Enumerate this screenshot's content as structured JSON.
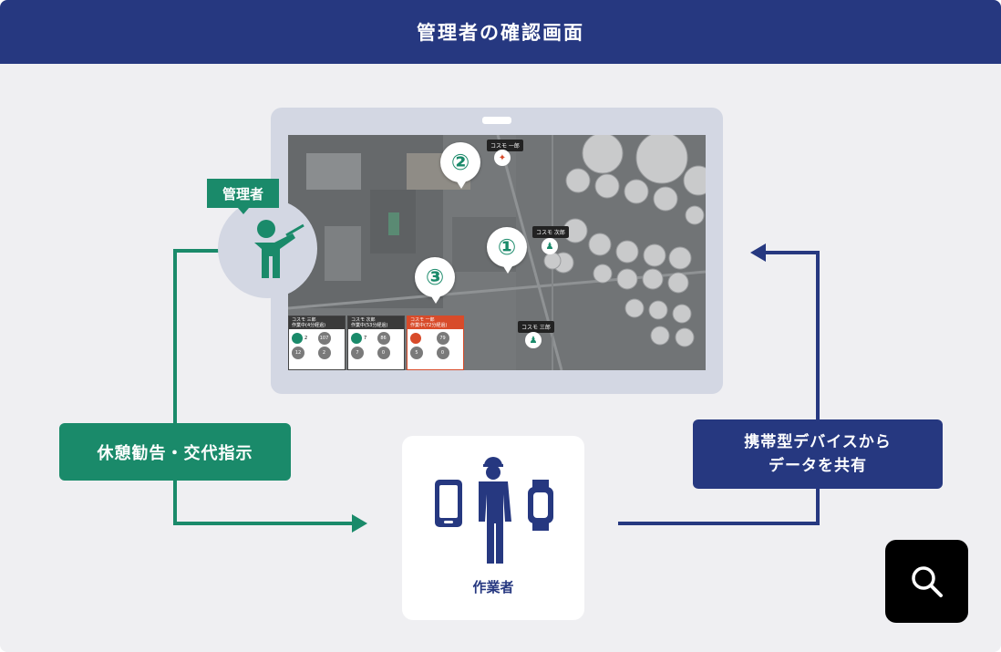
{
  "header": {
    "title": "管理者の確認画面"
  },
  "manager": {
    "label": "管理者"
  },
  "map": {
    "bubbles": [
      "①",
      "②",
      "③"
    ],
    "tags": [
      "コスモ 一郎",
      "コスモ 次郎",
      "コスモ 三郎"
    ],
    "cards": [
      {
        "name": "コスモ 三郎",
        "status": "作業中(4分経過)",
        "v1": "2",
        "v2": "107",
        "v3": "12",
        "v4": "2"
      },
      {
        "name": "コスモ 次郎",
        "status": "作業中(53分経過)",
        "v1": "7",
        "v2": "86",
        "v3": "7",
        "v4": "0"
      },
      {
        "name": "コスモ 一郎",
        "status": "作業中(72分経過)",
        "v1": "",
        "v2": "79",
        "v3": "5",
        "v4": "0"
      }
    ]
  },
  "labels": {
    "left": "休憩勧告・交代指示",
    "right_line1": "携帯型デバイスから",
    "right_line2": "データを共有"
  },
  "worker": {
    "label": "作業者"
  },
  "colors": {
    "navy": "#263880",
    "green": "#1a8a6a",
    "bg": "#efeff2",
    "alert": "#d84b2a"
  },
  "icons": {
    "search": "search-icon"
  }
}
